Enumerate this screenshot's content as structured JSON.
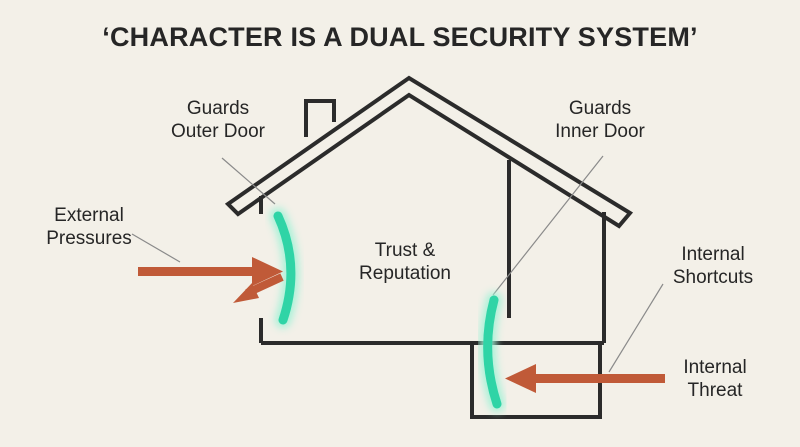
{
  "title": "‘CHARACTER IS A DUAL SECURITY SYSTEM’",
  "colors": {
    "background": "#f3f0e8",
    "outline": "#2b2b2b",
    "arrow": "#c05a38",
    "shield": "#2fd4a6",
    "shield_glow": "#9ff2d6",
    "text": "#262626"
  },
  "labels": {
    "outer_door": {
      "line1": "Guards",
      "line2": "Outer Door"
    },
    "inner_door": {
      "line1": "Guards",
      "line2": "Inner Door"
    },
    "external_pressures": {
      "line1": "External",
      "line2": "Pressures"
    },
    "trust": {
      "line1": "Trust &",
      "line2": "Reputation"
    },
    "internal_shortcuts": {
      "line1": "Internal",
      "line2": "Shortcuts"
    },
    "internal_threat": {
      "line1": "Internal",
      "line2": "Threat"
    }
  }
}
